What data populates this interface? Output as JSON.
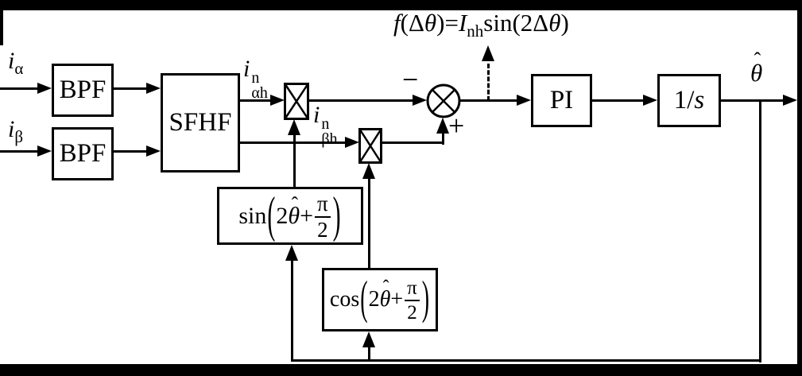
{
  "figure": {
    "colors": {
      "line": "#000000",
      "background": "#ffffff",
      "border_bars": "#000000"
    },
    "blocks": {
      "bpf1": "BPF",
      "bpf2": "BPF",
      "sfhf": "SFHF",
      "pi": "PI",
      "integrator": {
        "num": "1/",
        "var": "s"
      },
      "sin": {
        "fn": "sin",
        "lparen": "(",
        "coef": "2",
        "theta": "θ",
        "hat": "ˆ",
        "plus": "+",
        "frac_num": "π",
        "frac_den": "2",
        "rparen": ")"
      },
      "cos": {
        "fn": "cos",
        "lparen": "(",
        "coef": "2",
        "theta": "θ",
        "hat": "ˆ",
        "plus": "+",
        "frac_num": "π",
        "frac_den": "2",
        "rparen": ")"
      }
    },
    "signals": {
      "i_alpha": {
        "base": "i",
        "sub": "α"
      },
      "i_beta": {
        "base": "i",
        "sub": "β"
      },
      "i_alpha_h": {
        "base": "i",
        "sup": "n",
        "sub": "αh"
      },
      "i_beta_h": {
        "base": "i",
        "sup": "n",
        "sub": "βh"
      },
      "theta_hat": {
        "base": "θ",
        "hat": "ˆ"
      },
      "minus": "−",
      "plus": "+"
    },
    "annotation": {
      "f": "f",
      "lp": "(",
      "d1": "Δ",
      "t1": "θ",
      "rpeq": ")=",
      "I": "I",
      "sub": "nh",
      "sinterm": "sin(2",
      "d2": "Δ",
      "t2": "θ",
      "rp": ")"
    }
  }
}
